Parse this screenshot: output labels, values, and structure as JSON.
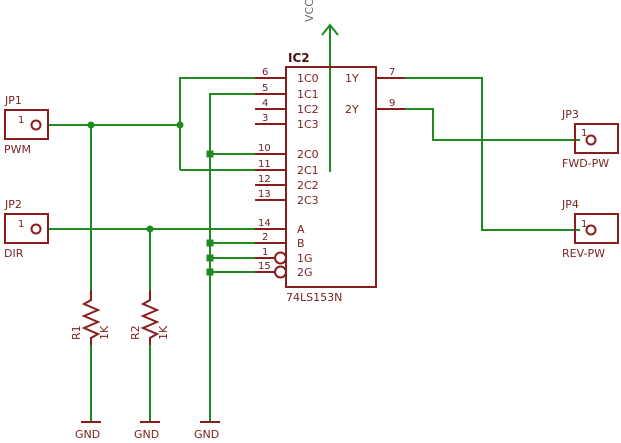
{
  "ic": {
    "name": "IC2",
    "part": "74LS153N",
    "vcc": "VCC",
    "left_pins": [
      {
        "num": "6",
        "label": "1C0"
      },
      {
        "num": "5",
        "label": "1C1"
      },
      {
        "num": "4",
        "label": "1C2"
      },
      {
        "num": "3",
        "label": "1C3"
      },
      {
        "num": "10",
        "label": "2C0"
      },
      {
        "num": "11",
        "label": "2C1"
      },
      {
        "num": "12",
        "label": "2C2"
      },
      {
        "num": "13",
        "label": "2C3"
      },
      {
        "num": "14",
        "label": "A"
      },
      {
        "num": "2",
        "label": "B"
      },
      {
        "num": "1",
        "label": "1G"
      },
      {
        "num": "15",
        "label": "2G"
      }
    ],
    "right_pins": [
      {
        "num": "7",
        "label": "1Y"
      },
      {
        "num": "9",
        "label": "2Y"
      }
    ]
  },
  "connectors": {
    "jp1": {
      "ref": "JP1",
      "pin": "1",
      "net": "PWM"
    },
    "jp2": {
      "ref": "JP2",
      "pin": "1",
      "net": "DIR"
    },
    "jp3": {
      "ref": "JP3",
      "pin": "1",
      "net": "FWD-PW"
    },
    "jp4": {
      "ref": "JP4",
      "pin": "1",
      "net": "REV-PW"
    }
  },
  "resistors": {
    "r1": {
      "ref": "R1",
      "value": "1K"
    },
    "r2": {
      "ref": "R2",
      "value": "1K"
    }
  },
  "ground": {
    "label": "GND"
  }
}
